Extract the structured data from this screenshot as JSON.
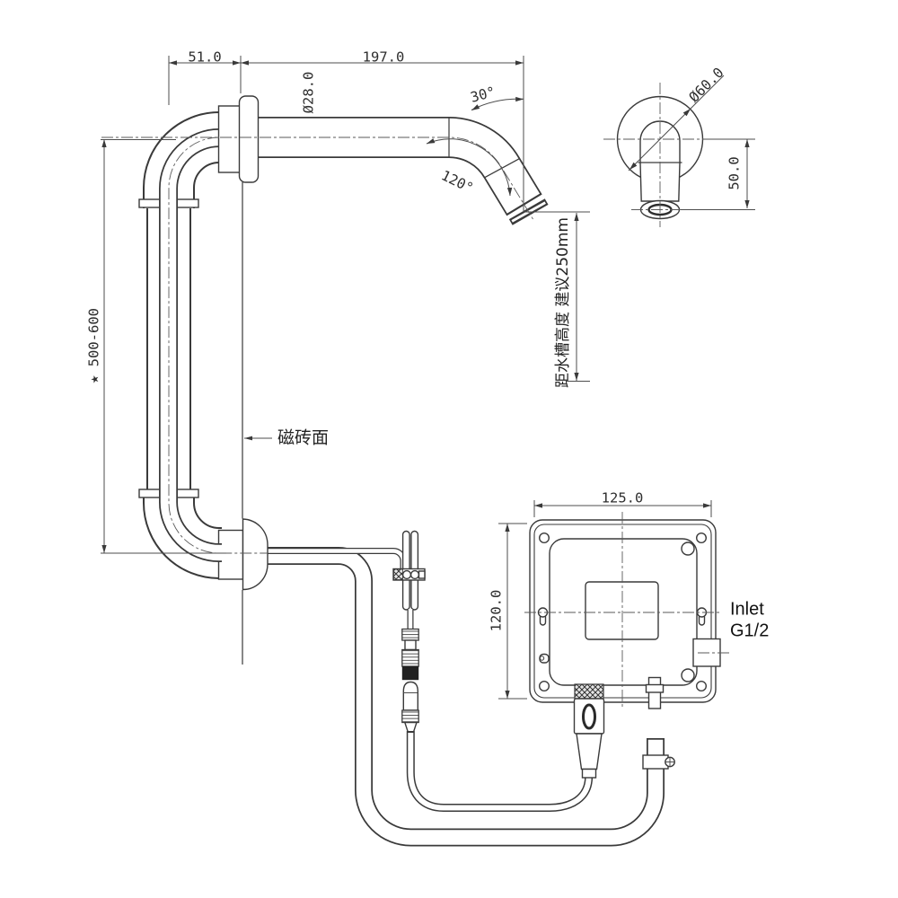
{
  "drawing": {
    "type": "technical-installation-diagram",
    "subject": "wall-mounted sensor faucet with control box",
    "colors": {
      "line": "#3a3a3a",
      "background": "#ffffff"
    },
    "labels": {
      "dim_offset": "51.0",
      "dim_reach": "197.0",
      "dim_spout_diameter": "Ø28.0",
      "dim_tip_angle": "30°",
      "dim_bend_angle": "120°",
      "dim_flange_diameter": "Ø60.0",
      "dim_spout_drop": "50.0",
      "dim_install_height": "★ 500-600",
      "note_tile_surface": "磁砖面",
      "note_sink_height": "距水槽高度 建议250mm",
      "dim_box_width": "125.0",
      "dim_box_height": "120.0",
      "inlet_label_line1": "Inlet",
      "inlet_label_line2": "G1/2"
    }
  }
}
